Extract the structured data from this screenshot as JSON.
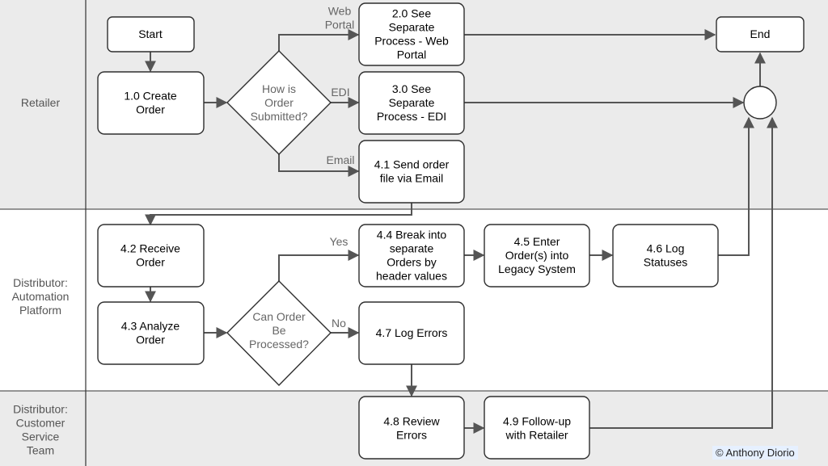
{
  "lanes": [
    {
      "label": [
        "Retailer"
      ]
    },
    {
      "label": [
        "Distributor:",
        "Automation",
        "Platform"
      ]
    },
    {
      "label": [
        "Distributor:",
        "Customer",
        "Service",
        "Team"
      ]
    }
  ],
  "nodes": {
    "start": [
      "Start"
    ],
    "n1_0": [
      "1.0 Create",
      "Order"
    ],
    "dec_submit": [
      "How is",
      "Order",
      "Submitted?"
    ],
    "n2_0": [
      "2.0 See",
      "Separate",
      "Process - Web",
      "Portal"
    ],
    "n3_0": [
      "3.0 See",
      "Separate",
      "Process - EDI"
    ],
    "n4_1": [
      "4.1 Send order",
      "file via Email"
    ],
    "end": [
      "End"
    ],
    "n4_2": [
      "4.2 Receive",
      "Order"
    ],
    "n4_3": [
      "4.3 Analyze",
      "Order"
    ],
    "dec_process": [
      "Can Order",
      "Be",
      "Processed?"
    ],
    "n4_4": [
      "4.4 Break into",
      "separate",
      "Orders by",
      "header values"
    ],
    "n4_5": [
      "4.5 Enter",
      "Order(s) into",
      "Legacy System"
    ],
    "n4_6": [
      "4.6 Log",
      "Statuses"
    ],
    "n4_7": [
      "4.7 Log Errors"
    ],
    "n4_8": [
      "4.8 Review",
      "Errors"
    ],
    "n4_9": [
      "4.9 Follow-up",
      "with Retailer"
    ]
  },
  "edge_labels": {
    "web": [
      "Web",
      "Portal"
    ],
    "edi": [
      "EDI"
    ],
    "email": [
      "Email"
    ],
    "yes": [
      "Yes"
    ],
    "no": [
      "No"
    ]
  },
  "copyright": "© Anthony Diorio",
  "colors": {
    "lane_fill": "#ebebeb",
    "box_fill": "#ffffff",
    "box_stroke": "#2e2e2e",
    "edge": "#555555",
    "copyright_bg": "#e6f0ff"
  }
}
